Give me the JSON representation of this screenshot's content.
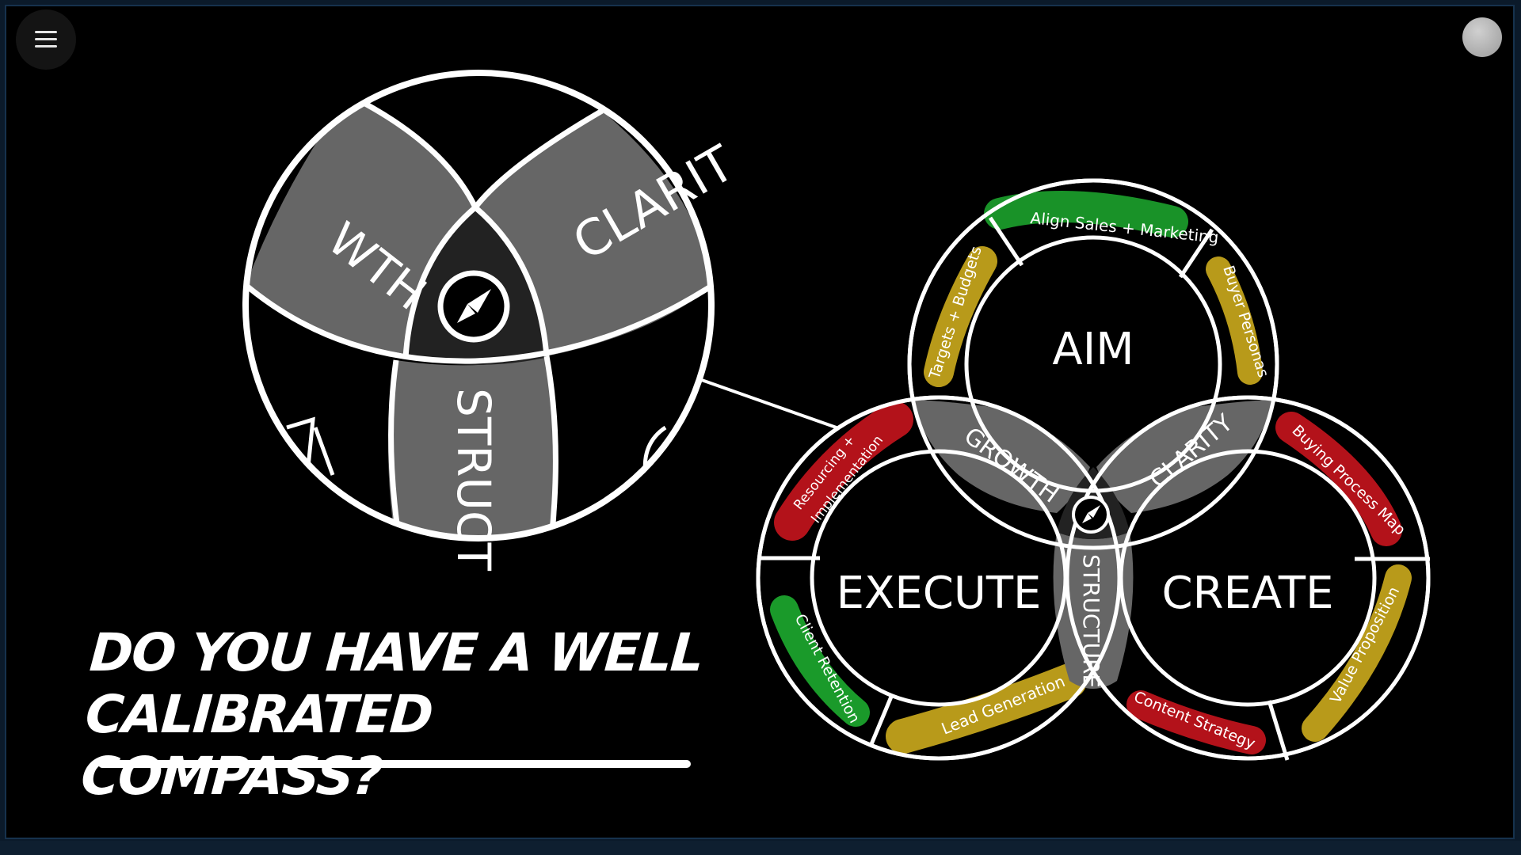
{
  "slide": {
    "headline_line1": "DO YOU HAVE A WELL",
    "headline_line2": "CALIBRATED COMPASS?"
  },
  "zoom_detail": {
    "segment_growth": "WTH",
    "segment_clarity": "CLARIT",
    "segment_structure": "STRUCT"
  },
  "diagram": {
    "circles": {
      "aim": "AIM",
      "execute": "EXECUTE",
      "create": "CREATE"
    },
    "overlaps": {
      "growth": "GROWTH",
      "clarity": "CLARITY",
      "structure": "STRUCTURE"
    },
    "ring_labels": {
      "align": "Align Sales + Marketing",
      "targets": "Targets + Budgets",
      "personas": "Buyer Personas",
      "resourcing_1": "Resourcing +",
      "resourcing_2": "Implementation",
      "buying": "Buying Process Map",
      "retention": "Client Retention",
      "lead": "Lead Generation",
      "content": "Content Strategy",
      "value": "Value Proposition"
    },
    "highlight_colors": {
      "green": "#1a9a2a",
      "yellow": "#b89a1a",
      "red": "#b3121a"
    }
  },
  "icons": {
    "menu": "hamburger-menu-icon",
    "compass": "compass-icon",
    "avatar": "user-avatar"
  }
}
